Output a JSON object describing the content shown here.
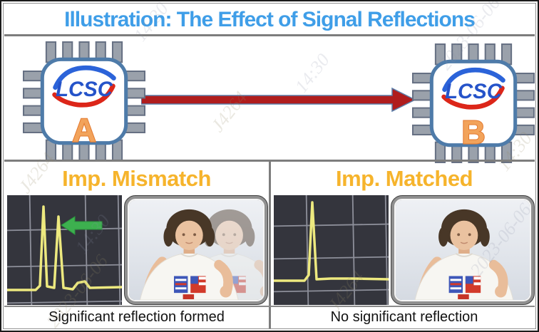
{
  "title": "Illustration: The Effect of Signal Reflections",
  "diagram": {
    "chip_a": {
      "logo": "LCSC",
      "label": "A"
    },
    "chip_b": {
      "logo": "LCSC",
      "label": "B"
    }
  },
  "columns": [
    {
      "id": "mismatch",
      "header": "Imp. Mismatch",
      "caption": "Significant reflection formed"
    },
    {
      "id": "matched",
      "header": "Imp. Matched",
      "caption": "No significant reflection"
    }
  ],
  "watermarks": [
    "2023-06-06",
    "14:30",
    "J4264"
  ],
  "colors": {
    "title_blue": "#3f9ee8",
    "header_gold": "#f6b42c",
    "arrow_red": "#b01d1d",
    "trace_yellow": "#ede97f",
    "marker_green": "#3db04f",
    "chip_outline": "#4e7ba9",
    "pin_gray": "#9aa1ab",
    "logo_blue": "#2553c9",
    "logo_red": "#dc2619",
    "chip_label_orange": "#f2a35b",
    "scope_background": "#34353d"
  }
}
